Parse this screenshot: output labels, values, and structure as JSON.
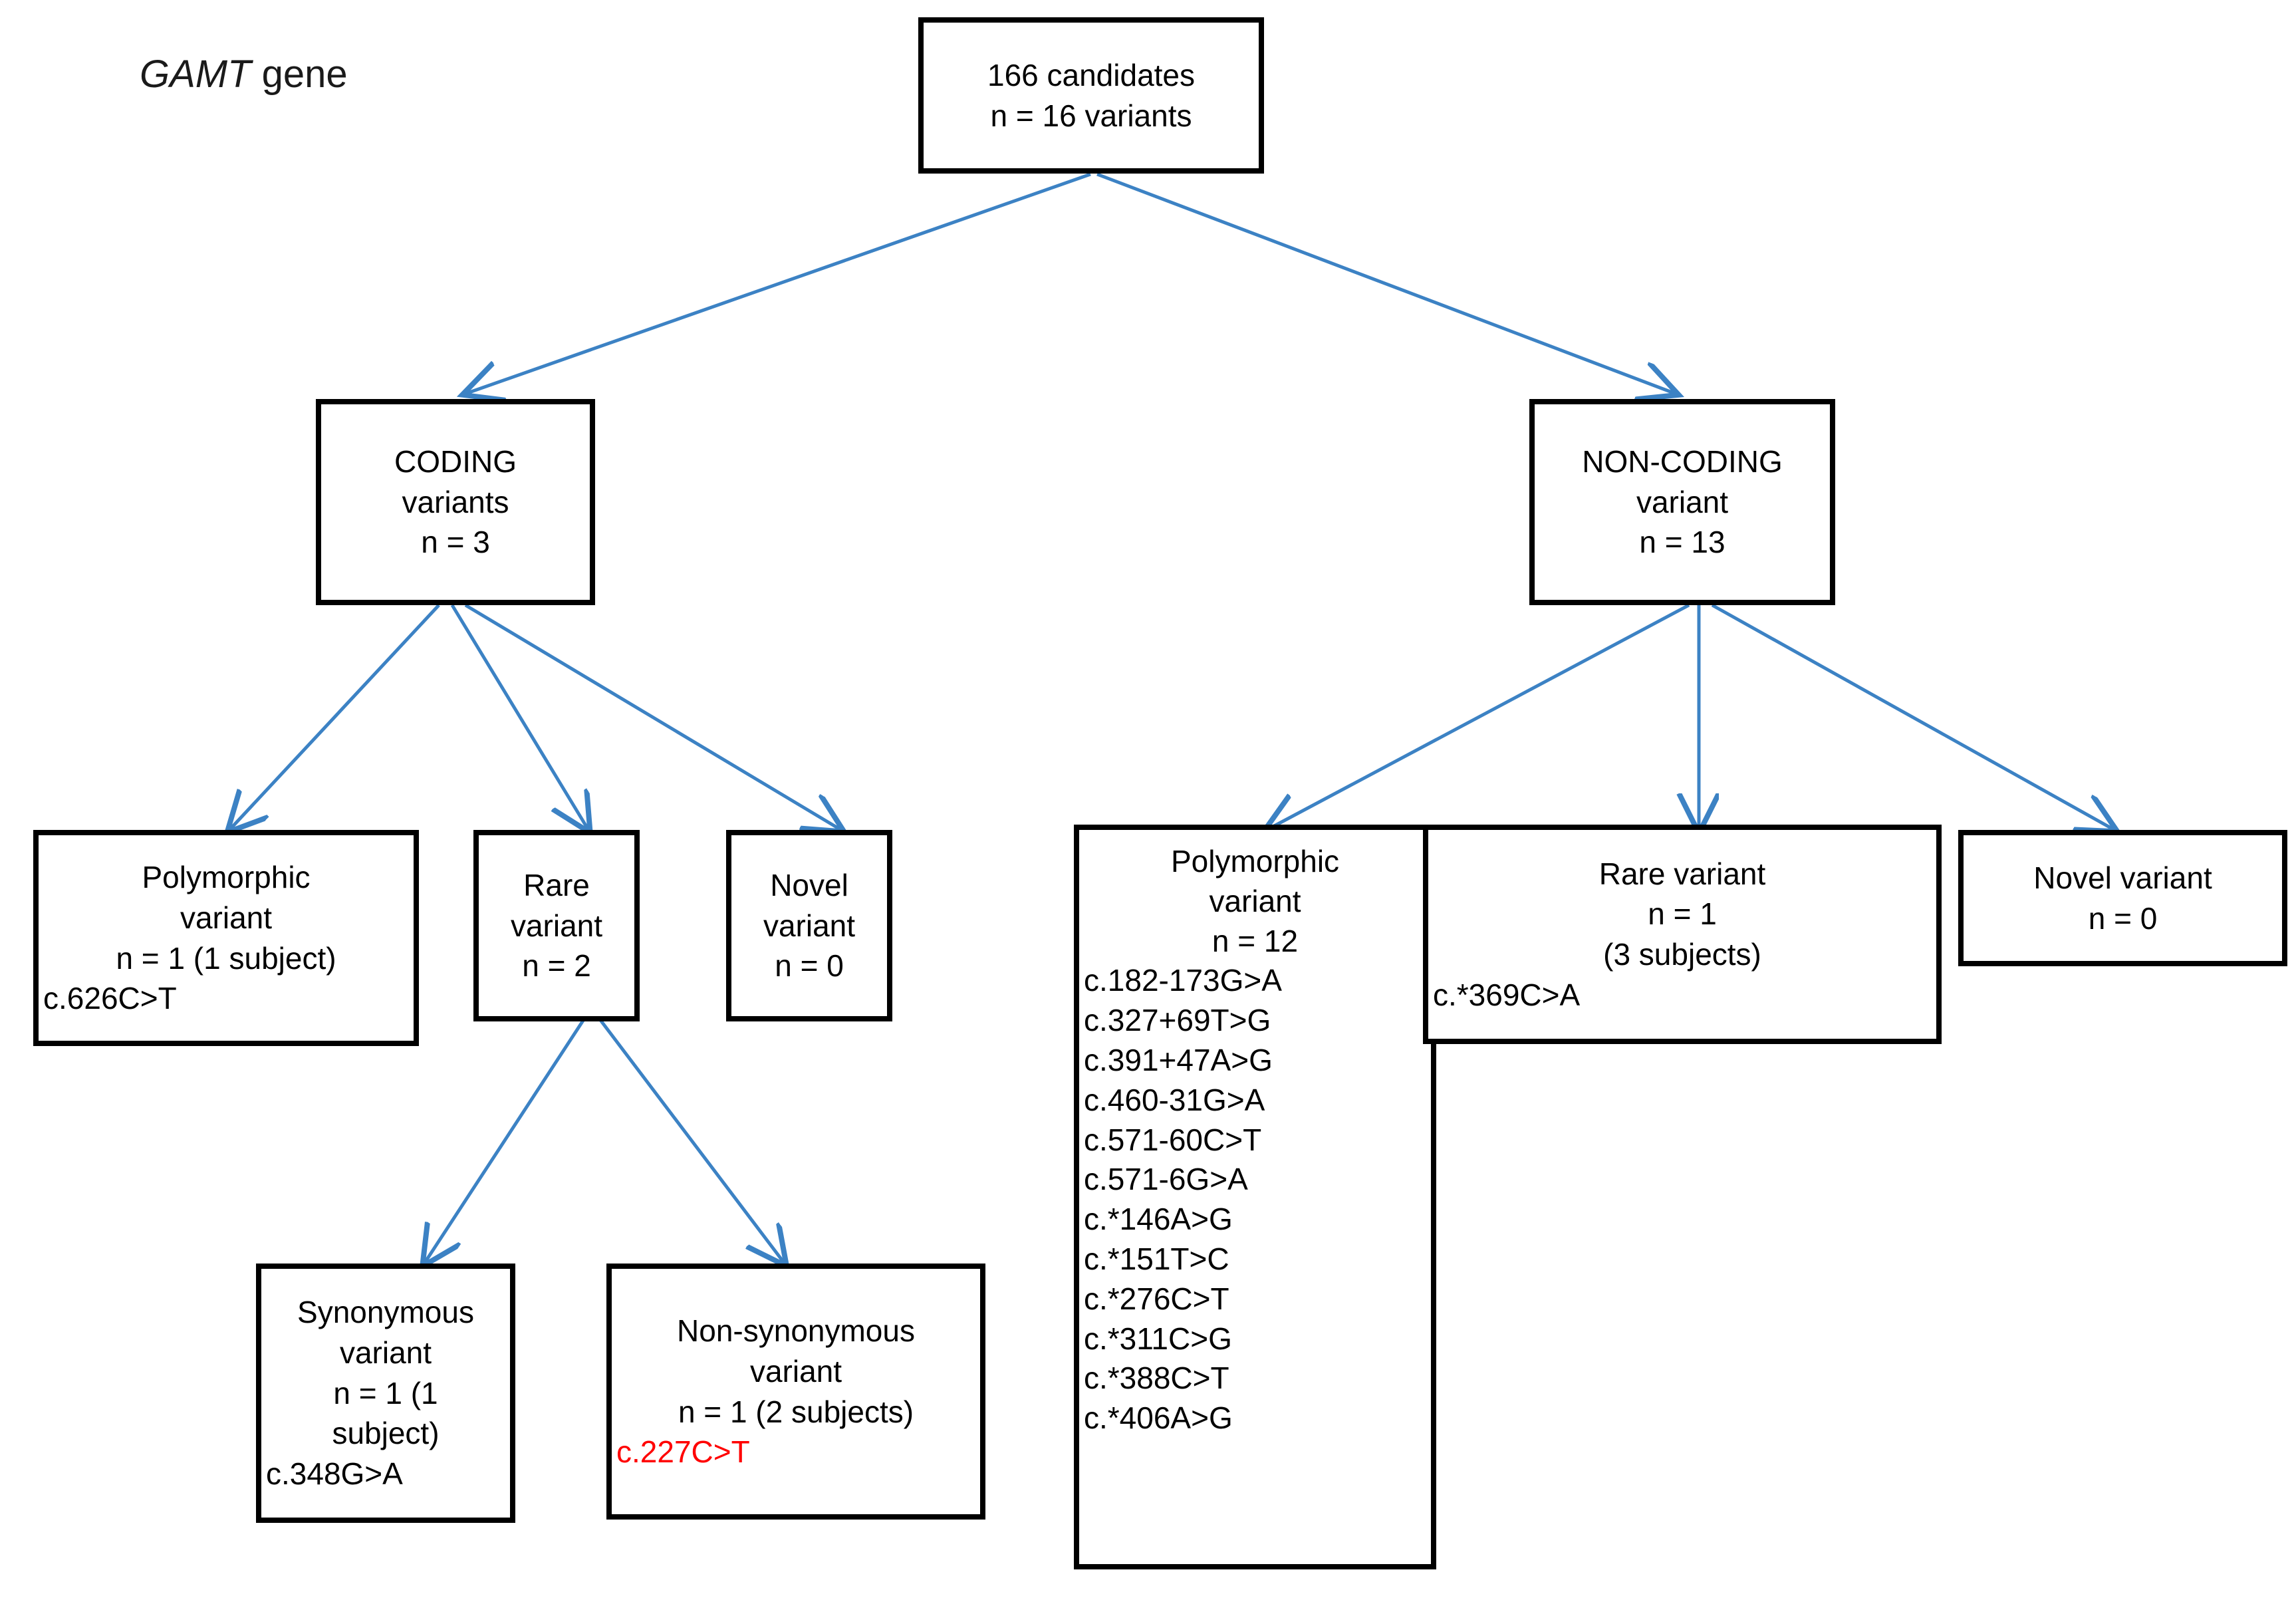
{
  "title": {
    "gene": "GAMT",
    "suffix": " gene"
  },
  "colors": {
    "arrow": "#3C82C4",
    "box_border": "#000000",
    "highlight_variant": "#FF0000",
    "background": "#FFFFFF"
  },
  "nodes": {
    "root": {
      "name": "candidates-root",
      "lines": [
        "166 candidates",
        "n = 16 variants"
      ]
    },
    "coding": {
      "name": "coding-variants",
      "lines": [
        "CODING",
        "variants",
        "n = 3"
      ]
    },
    "noncoding": {
      "name": "non-coding-variants",
      "lines": [
        "NON-CODING",
        "variant",
        "n = 13"
      ]
    },
    "coding_polymorphic": {
      "name": "coding-polymorphic-variant",
      "lines": [
        "Polymorphic",
        "variant",
        "n = 1 (1 subject)"
      ],
      "variants": [
        "c.626C>T"
      ]
    },
    "coding_rare": {
      "name": "coding-rare-variant",
      "lines": [
        "Rare",
        "variant",
        "n = 2"
      ]
    },
    "coding_novel": {
      "name": "coding-novel-variant",
      "lines": [
        "Novel",
        "variant",
        "n = 0"
      ]
    },
    "synonymous": {
      "name": "synonymous-variant",
      "lines": [
        "Synonymous",
        "variant",
        "n = 1 (1",
        "subject)"
      ],
      "variants": [
        "c.348G>A"
      ]
    },
    "nonsynonymous": {
      "name": "non-synonymous-variant",
      "lines": [
        "Non-synonymous",
        "variant",
        "n = 1 (2 subjects)"
      ],
      "variants": [
        "c.227C>T"
      ],
      "variant_highlight": true
    },
    "noncoding_polymorphic": {
      "name": "non-coding-polymorphic-variant",
      "lines": [
        "Polymorphic",
        "variant",
        "n = 12"
      ],
      "variants": [
        "c.182-173G>A",
        "c.327+69T>G",
        "c.391+47A>G",
        "c.460-31G>A",
        "c.571-60C>T",
        "c.571-6G>A",
        "c.*146A>G",
        "c.*151T>C",
        "c.*276C>T",
        "c.*311C>G",
        "c.*388C>T",
        "c.*406A>G"
      ]
    },
    "noncoding_rare": {
      "name": "non-coding-rare-variant",
      "lines": [
        "Rare variant",
        "n = 1",
        "(3 subjects)"
      ],
      "variants": [
        "c.*369C>A"
      ]
    },
    "noncoding_novel": {
      "name": "non-coding-novel-variant",
      "lines": [
        "Novel variant",
        "n = 0"
      ]
    }
  },
  "edges": [
    {
      "name": "edge-root-to-coding",
      "from": "root",
      "to": "coding"
    },
    {
      "name": "edge-root-to-noncoding",
      "from": "root",
      "to": "noncoding"
    },
    {
      "name": "edge-coding-to-polymorphic",
      "from": "coding",
      "to": "coding_polymorphic"
    },
    {
      "name": "edge-coding-to-rare",
      "from": "coding",
      "to": "coding_rare"
    },
    {
      "name": "edge-coding-to-novel",
      "from": "coding",
      "to": "coding_novel"
    },
    {
      "name": "edge-rare-to-synonymous",
      "from": "coding_rare",
      "to": "synonymous"
    },
    {
      "name": "edge-rare-to-nonsynonymous",
      "from": "coding_rare",
      "to": "nonsynonymous"
    },
    {
      "name": "edge-noncoding-to-polymorphic",
      "from": "noncoding",
      "to": "noncoding_polymorphic"
    },
    {
      "name": "edge-noncoding-to-rare",
      "from": "noncoding",
      "to": "noncoding_rare"
    },
    {
      "name": "edge-noncoding-to-novel",
      "from": "noncoding",
      "to": "noncoding_novel"
    }
  ]
}
